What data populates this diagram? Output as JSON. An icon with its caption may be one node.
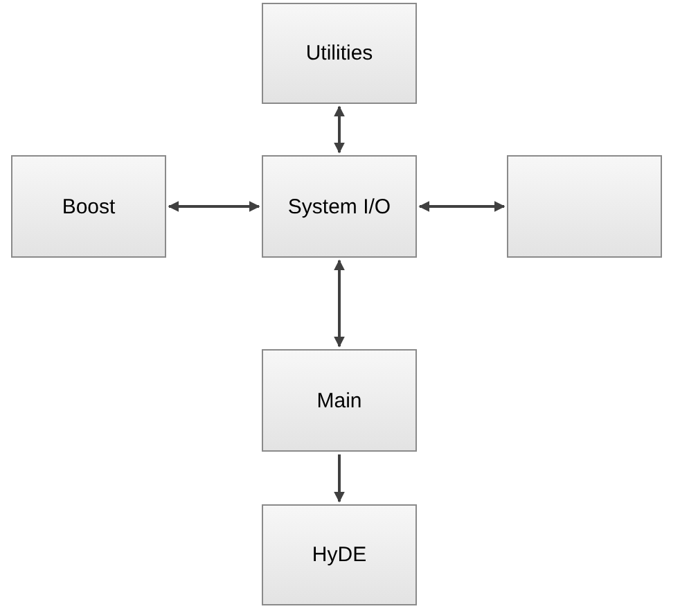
{
  "diagram": {
    "nodes": [
      {
        "text": [
          "Utilities"
        ]
      },
      {
        "text": [
          "Boost"
        ]
      },
      {
        "text": [
          "System I/O"
        ]
      },
      {
        "text": [],
        "shape": "box"
      },
      {
        "text": [
          "Main"
        ]
      },
      {
        "text": [
          "HyDE"
        ]
      }
    ],
    "edges": [
      {
        "from": 0,
        "to": 2,
        "arrow": "both"
      },
      {
        "from": 1,
        "to": 2,
        "arrow": "both"
      },
      {
        "from": 2,
        "to": 3,
        "arrow": "both"
      },
      {
        "from": 2,
        "to": 4,
        "arrow": "both"
      },
      {
        "from": 4,
        "to": 5,
        "arrow": "to"
      }
    ]
  }
}
